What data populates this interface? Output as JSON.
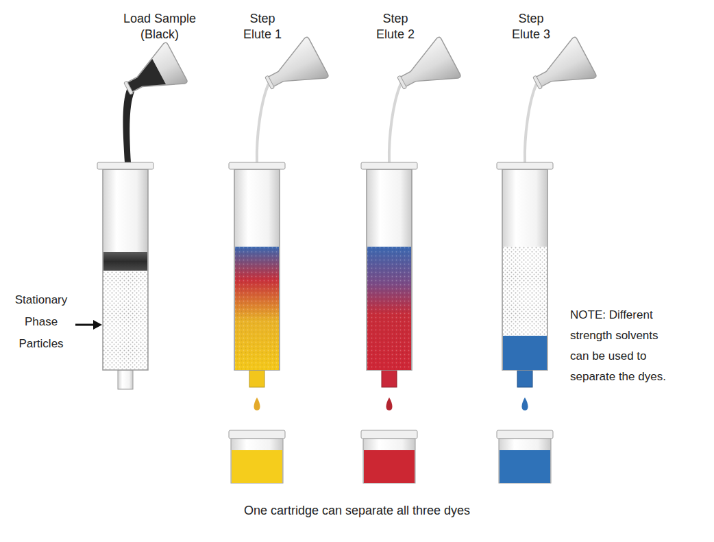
{
  "diagram": {
    "caption": "One cartridge can separate all three dyes",
    "labels": [
      "Load Sample (Black)",
      "Step Elute 1",
      "Step Elute 2",
      "Step Elute 3",
      "Stationary Phase Particles",
      "NOTE: Different strength solvents can be used to separate the dyes."
    ]
  }
}
